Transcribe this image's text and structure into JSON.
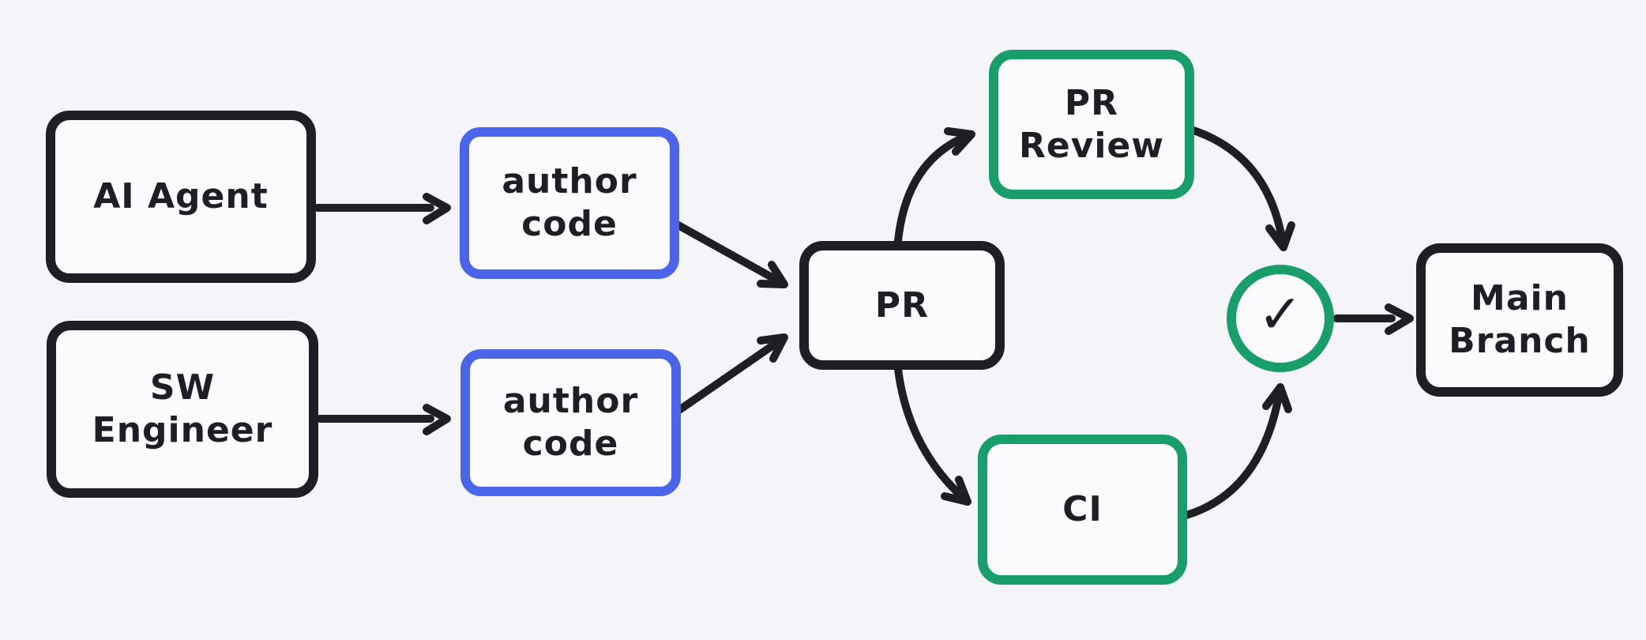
{
  "canvas": {
    "colors": {
      "bg": "#f5f5f9",
      "paper": "#fbfbfd",
      "ink": "#1e1e24",
      "blue": "#4a65e9",
      "green": "#189e6b"
    }
  },
  "nodes": {
    "ai_agent": {
      "label": "AI Agent"
    },
    "author_code_top": {
      "label": "author\ncode"
    },
    "sw_engineer": {
      "label": "SW\nEngineer"
    },
    "author_code_bottom": {
      "label": "author\ncode"
    },
    "pr": {
      "label": "PR"
    },
    "pr_review": {
      "label": "PR\nReview"
    },
    "ci": {
      "label": "CI"
    },
    "approval": {
      "icon": "checkmark-icon",
      "glyph": "✓"
    },
    "main_branch": {
      "label": "Main\nBranch"
    }
  },
  "edges": [
    {
      "from": "AI Agent",
      "to": "author code (top)",
      "shape": "straight"
    },
    {
      "from": "SW Engineer",
      "to": "author code (bottom)",
      "shape": "straight"
    },
    {
      "from": "author code (top)",
      "to": "PR",
      "shape": "straight"
    },
    {
      "from": "author code (bottom)",
      "to": "PR",
      "shape": "straight"
    },
    {
      "from": "PR",
      "to": "PR Review",
      "shape": "curved"
    },
    {
      "from": "PR",
      "to": "CI",
      "shape": "curved"
    },
    {
      "from": "PR Review",
      "to": "approval check",
      "shape": "curved"
    },
    {
      "from": "CI",
      "to": "approval check",
      "shape": "curved"
    },
    {
      "from": "approval check",
      "to": "Main Branch",
      "shape": "straight"
    }
  ]
}
